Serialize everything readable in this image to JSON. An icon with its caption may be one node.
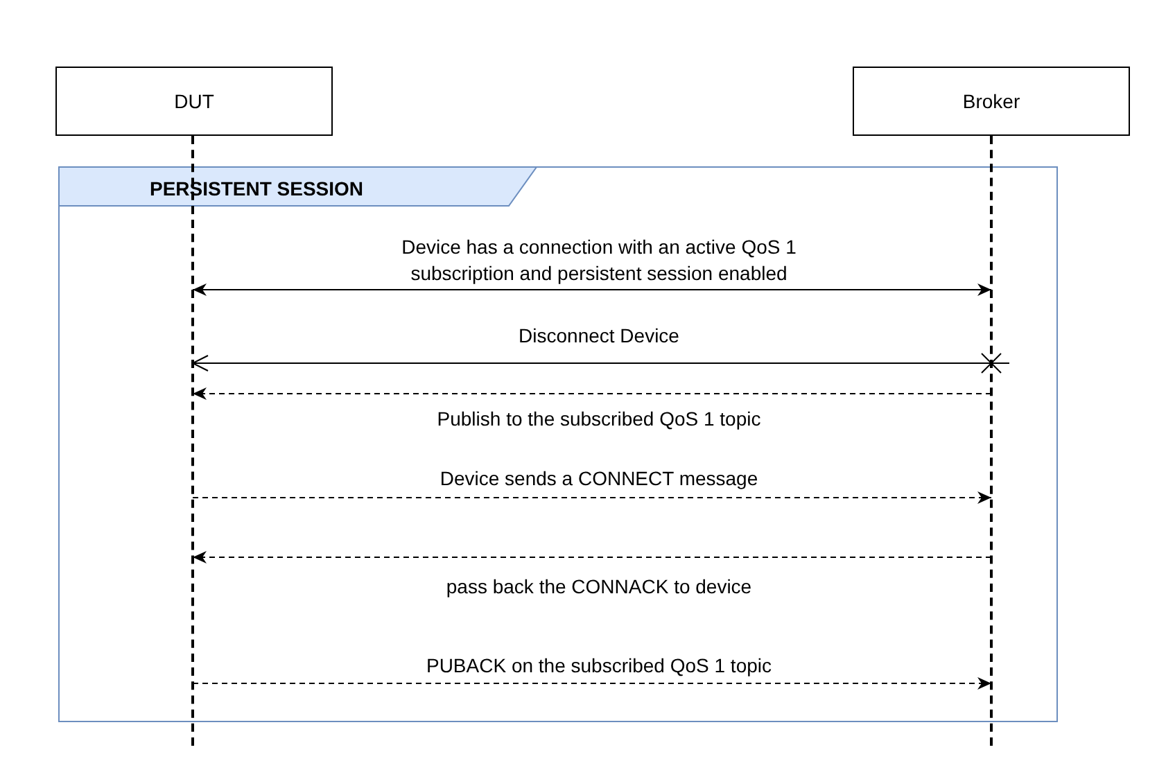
{
  "diagram": {
    "nodes": [
      {
        "text": [
          "DUT"
        ]
      },
      {
        "text": [
          "Broker"
        ]
      },
      {
        "text": [],
        "shape": "line"
      },
      {
        "text": [],
        "shape": "line"
      }
    ],
    "edges": [
      {
        "from": 2,
        "to": 3,
        "arrow": "both",
        "label": "Device has a connection with an active QoS 1 subscription and persistent session enabled"
      },
      {
        "from": 3,
        "to": 2,
        "arrow": "to",
        "label": "Disconnect Device"
      },
      {
        "from": 3,
        "to": 2,
        "arrow": "to",
        "style": "dashed",
        "label": "Publish to the subscribed QoS 1 topic"
      },
      {
        "from": 2,
        "to": 3,
        "arrow": "to",
        "style": "dashed",
        "label": "Device sends a CONNECT message"
      },
      {
        "from": 3,
        "to": 2,
        "arrow": "to",
        "style": "dashed",
        "label": "pass back the CONNACK to device"
      },
      {
        "from": 2,
        "to": 3,
        "arrow": "to",
        "style": "dashed",
        "label": "PUBACK on the subscribed QoS 1 topic"
      }
    ],
    "labels": [
      "PERSISTENT SESSION"
    ]
  }
}
